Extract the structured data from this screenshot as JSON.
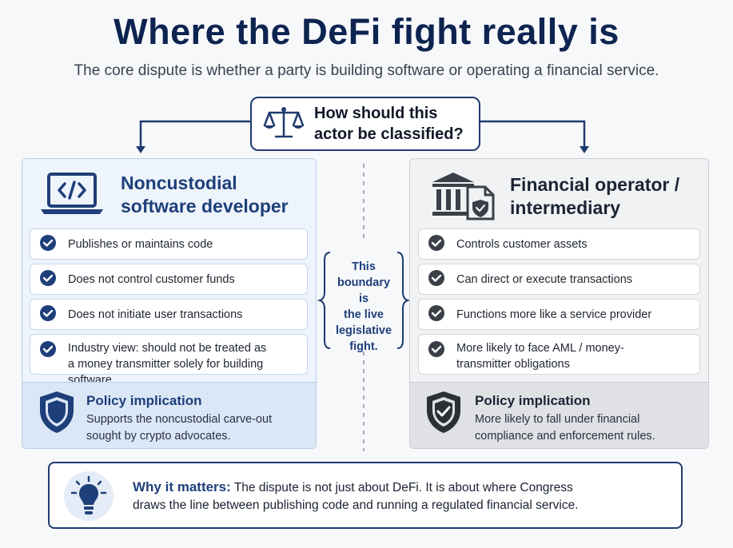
{
  "header": {
    "title": "Where the DeFi fight really is",
    "subtitle": "The core dispute is whether a party is building software or operating a financial service."
  },
  "question": {
    "line1": "How should this",
    "line2": "actor be classified?"
  },
  "left": {
    "title_line1": "Noncustodial",
    "title_line2": "software developer",
    "items": [
      {
        "text": "Publishes or maintains code"
      },
      {
        "text": "Does not control customer funds"
      },
      {
        "text": "Does not initiate user transactions"
      },
      {
        "line1": "Industry view: should not be treated as",
        "line2": "a money transmitter solely for building software"
      }
    ],
    "implication": {
      "title": "Policy implication",
      "line1": "Supports the noncustodial carve-out",
      "line2": "sought by crypto advocates."
    }
  },
  "right": {
    "title_line1": "Financial operator /",
    "title_line2": "intermediary",
    "items": [
      {
        "text": "Controls customer assets"
      },
      {
        "text": "Can direct or execute transactions"
      },
      {
        "text": "Functions more like a service provider"
      },
      {
        "line1": "More likely to face AML / money-",
        "line2": "transmitter obligations"
      }
    ],
    "implication": {
      "title": "Policy implication",
      "line1": "More likely to fall under financial",
      "line2": "compliance and enforcement rules."
    }
  },
  "boundary": {
    "line1": "This",
    "line2": "boundary is",
    "line3": "the live",
    "line4": "legislative",
    "line5": "fight."
  },
  "why": {
    "label": "Why it matters:",
    "line1": " The dispute is not just about DeFi. It is about where Congress",
    "line2": "draws the line between publishing code and running a regulated financial service."
  },
  "icons": {
    "question": "scales-icon",
    "left": "laptop-code-icon",
    "right": "bank-document-icon",
    "left_check": "check-circle-icon",
    "right_check": "check-circle-icon",
    "left_shield": "shield-icon",
    "right_shield": "shield-check-icon",
    "why": "lightbulb-icon"
  },
  "colors": {
    "navy": "#1e3f7a",
    "dark_navy": "#0d2350",
    "left_bg": "#eef4fb",
    "right_bg": "#f1f2f4",
    "check_left": "#1e3f7a",
    "check_right": "#3a3f48"
  }
}
